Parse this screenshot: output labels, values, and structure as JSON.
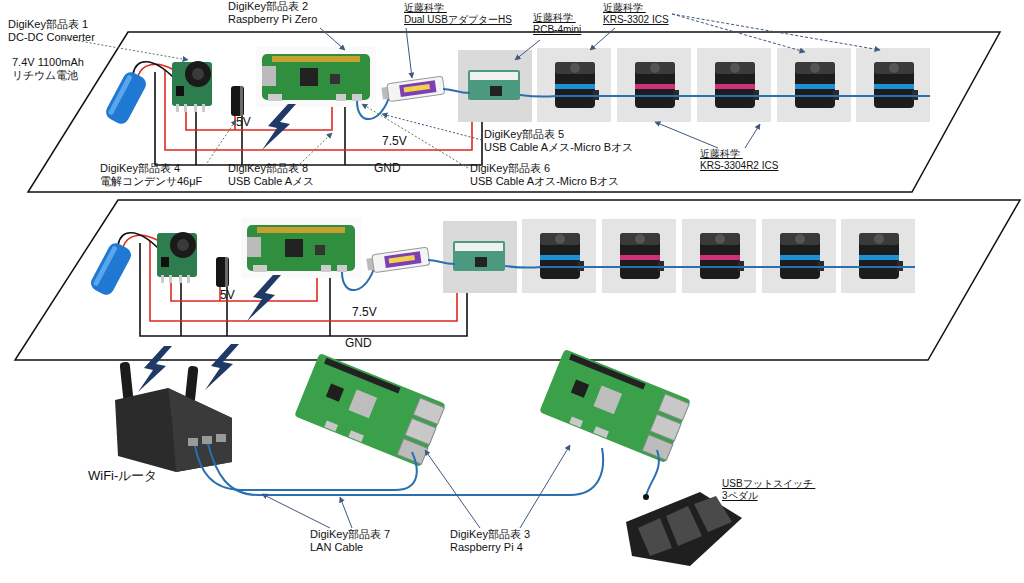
{
  "diagram": {
    "labels": [
      "DigiKey部品表 1 DC-DC Converter",
      "DigiKey部品表 2 Raspberry Pi Zero",
      "近藤科学 Dual USBアダプターHS",
      "近藤科学 RCB-4mini",
      "近藤科学 KRS-3302 ICS",
      "7.4V 1100mAh リチウム電池",
      "5V",
      "7.5V",
      "GND",
      "DigiKey部品表 5 USB Cable Aメス-Micro Bオス",
      "DigiKey部品表 4 電解コンデンサ46μF",
      "DigiKey部品表 8 USB Cable Aメス",
      "DigiKey部品表 6 USB Cable Aオス-Micro Bオス",
      "近藤科学 KRS-3304R2 ICS",
      "5V",
      "7.5V",
      "GND",
      "WiFi-ルータ",
      "USBフットスイッチ 3ペダル",
      "DigiKey部品表 7 LAN Cable",
      "DigiKey部品表 3 Raspberry Pi 4"
    ]
  }
}
